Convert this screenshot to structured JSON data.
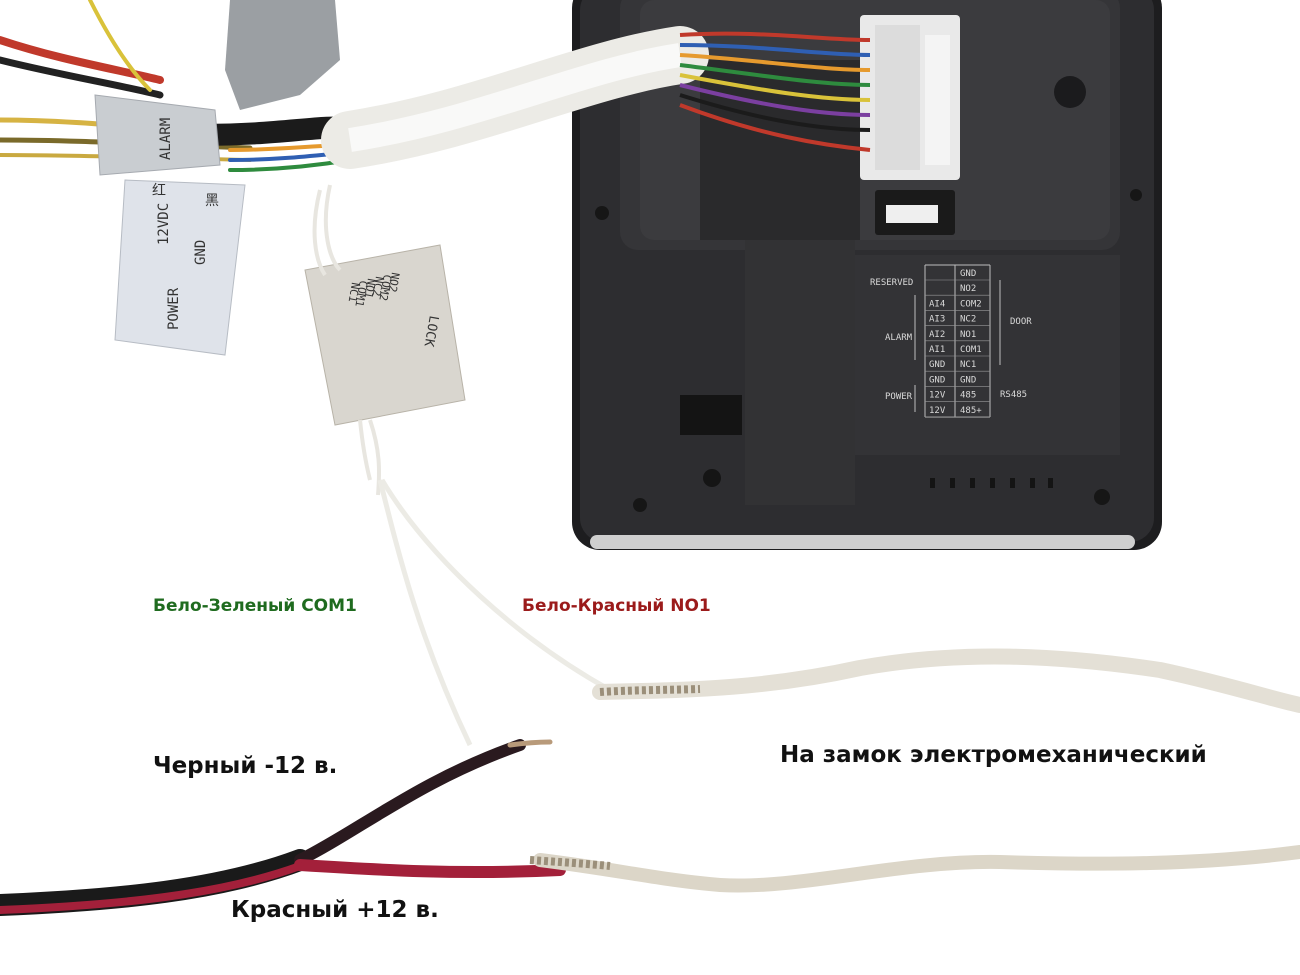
{
  "captions": {
    "com1": "Бело-Зеленый COM1",
    "no1": "Бело-Красный NO1",
    "black": "Черный -12 в.",
    "red": "Красный +12 в.",
    "lock": "На замок электромеханический"
  },
  "tags": {
    "alarm": "ALARM",
    "vdc": "12VDC",
    "gnd": "GND",
    "power": "POWER",
    "red_cn": "红",
    "black_cn": "黑",
    "lock": "LOCK",
    "lock_pins": [
      "NO2",
      "COM2",
      "NC2",
      "NO1",
      "COM1",
      "NC1"
    ]
  },
  "board": {
    "reserved": "RESERVED",
    "alarm": "ALARM",
    "power": "POWER",
    "door": "DOOR",
    "rs485": "RS485",
    "rows": [
      [
        "",
        "GND"
      ],
      [
        "",
        "NO2"
      ],
      [
        "AI4",
        "COM2"
      ],
      [
        "AI3",
        "NC2"
      ],
      [
        "AI2",
        "NO1"
      ],
      [
        "AI1",
        "COM1"
      ],
      [
        "GND",
        "NC1"
      ],
      [
        "GND",
        "GND"
      ],
      [
        "12V",
        "485"
      ],
      [
        "12V",
        "485+"
      ]
    ]
  },
  "colors": {
    "com1_label": "#1f6b1f",
    "no1_label": "#9b1b1b",
    "text": "#111111",
    "device_body": "#2b2b2d",
    "device_panel": "#3a3a3c",
    "red_wire": "#a3203a",
    "black_wire": "#1a1a1a",
    "white_wire": "#e9e6de"
  }
}
